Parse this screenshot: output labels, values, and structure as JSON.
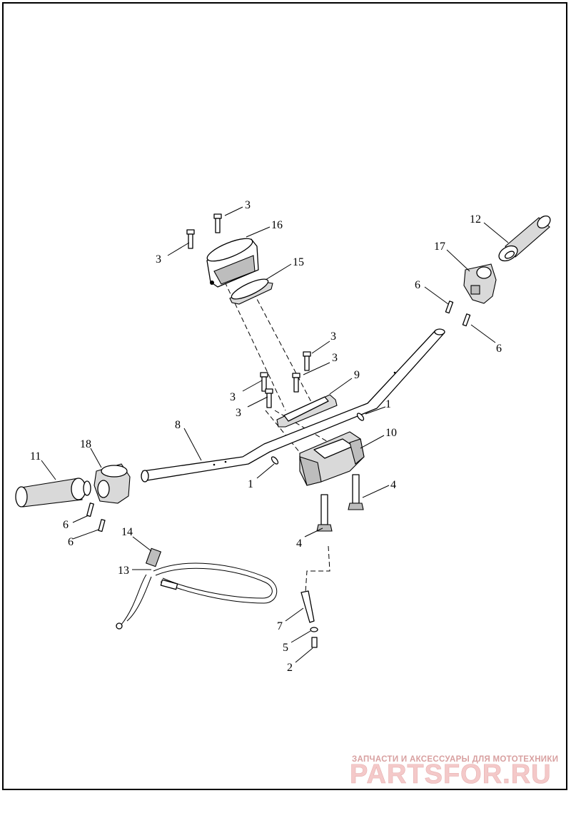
{
  "callouts": [
    {
      "id": "c3a",
      "label": "3"
    },
    {
      "id": "c16",
      "label": "16"
    },
    {
      "id": "c3b",
      "label": "3"
    },
    {
      "id": "c15",
      "label": "15"
    },
    {
      "id": "c12",
      "label": "12"
    },
    {
      "id": "c17",
      "label": "17"
    },
    {
      "id": "c6a",
      "label": "6"
    },
    {
      "id": "c6b",
      "label": "6"
    },
    {
      "id": "c3c",
      "label": "3"
    },
    {
      "id": "c3d",
      "label": "3"
    },
    {
      "id": "c9",
      "label": "9"
    },
    {
      "id": "c3e",
      "label": "3"
    },
    {
      "id": "c3f",
      "label": "3"
    },
    {
      "id": "c1a",
      "label": "1"
    },
    {
      "id": "c8",
      "label": "8"
    },
    {
      "id": "c10",
      "label": "10"
    },
    {
      "id": "c11",
      "label": "11"
    },
    {
      "id": "c18",
      "label": "18"
    },
    {
      "id": "c1b",
      "label": "1"
    },
    {
      "id": "c4a",
      "label": "4"
    },
    {
      "id": "c6c",
      "label": "6"
    },
    {
      "id": "c14",
      "label": "14"
    },
    {
      "id": "c6d",
      "label": "6"
    },
    {
      "id": "c4b",
      "label": "4"
    },
    {
      "id": "c13",
      "label": "13"
    },
    {
      "id": "c7",
      "label": "7"
    },
    {
      "id": "c5",
      "label": "5"
    },
    {
      "id": "c2",
      "label": "2"
    }
  ],
  "watermark": {
    "tagline": "ЗАПЧАСТИ И АКСЕССУАРЫ ДЛЯ МОТОТЕХНИКИ",
    "logo": "PARTSFOR.RU",
    "color": "#e8a8a8"
  }
}
